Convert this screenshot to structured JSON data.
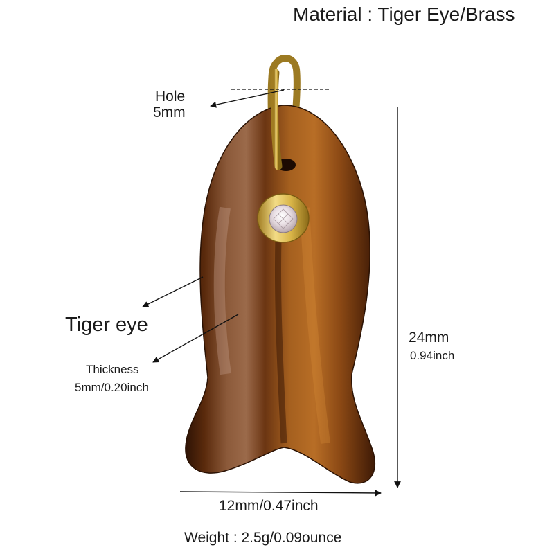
{
  "material_label": "Material : Tiger Eye/Brass",
  "hole": {
    "title": "Hole",
    "value": "5mm"
  },
  "stone_label": "Tiger eye",
  "thickness": {
    "title": "Thickness",
    "value": "5mm/0.20inch"
  },
  "length": {
    "metric": "24mm",
    "imperial": "0.94inch"
  },
  "width_label": "12mm/0.47inch",
  "weight_label": "Weight : 2.5g/0.09ounce",
  "colors": {
    "stone_dark": "#3a1a08",
    "stone_mid": "#7a3f12",
    "stone_light": "#b06a25",
    "brass": "#d4b04a",
    "line": "#111111"
  },
  "icons": [
    "brass-bail-loop",
    "crystal-eye-setting",
    "dimension-arrows"
  ]
}
